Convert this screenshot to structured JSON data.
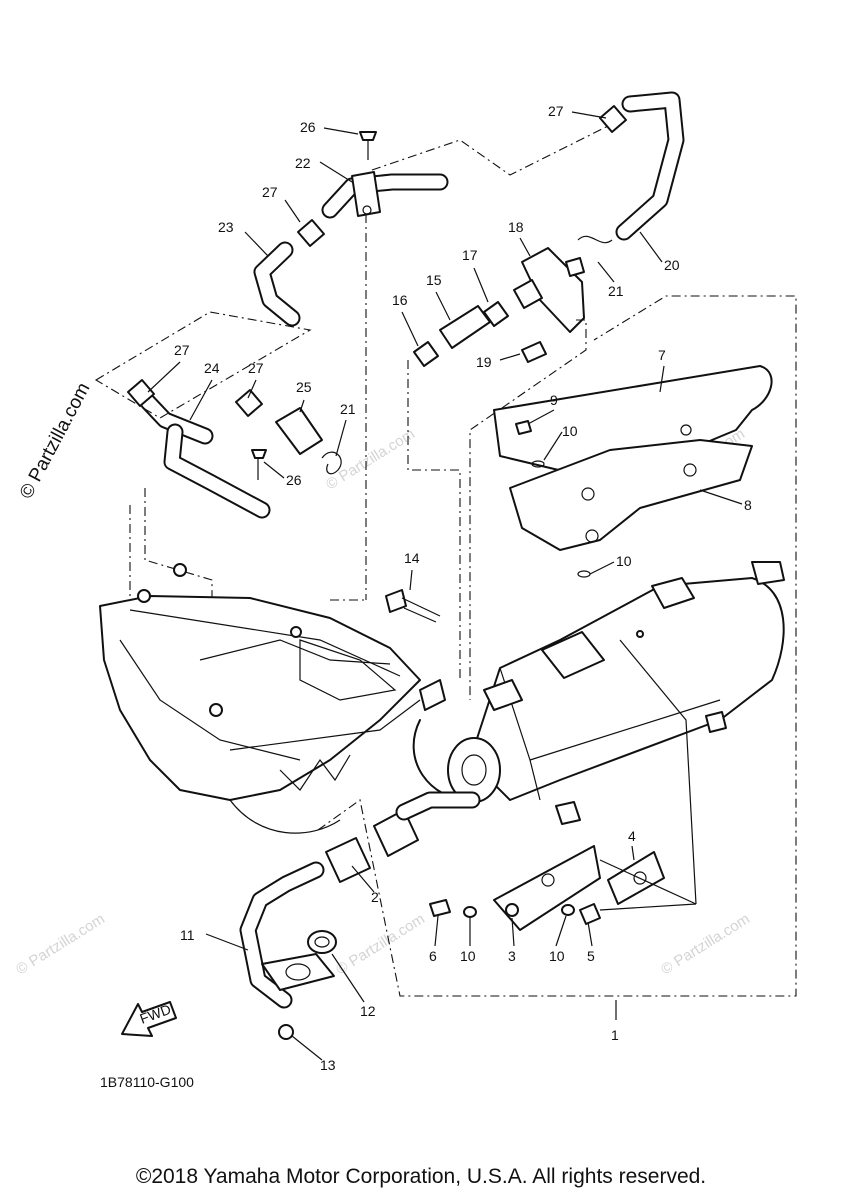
{
  "diagram_code": "1B78110-G100",
  "direction_label": "FWD",
  "watermark_main": "© Partzilla.com",
  "watermark_faint": "© Partzilla.com",
  "copyright": "©2018 Yamaha Motor Corporation, U.S.A. All rights reserved.",
  "callouts": [
    "26",
    "22",
    "27",
    "27",
    "23",
    "20",
    "18",
    "17",
    "15",
    "16",
    "21",
    "19",
    "27",
    "24",
    "27",
    "25",
    "21",
    "26",
    "7",
    "9",
    "10",
    "8",
    "10",
    "14",
    "4",
    "2",
    "11",
    "6",
    "10",
    "3",
    "10",
    "5",
    "12",
    "13",
    "1"
  ]
}
